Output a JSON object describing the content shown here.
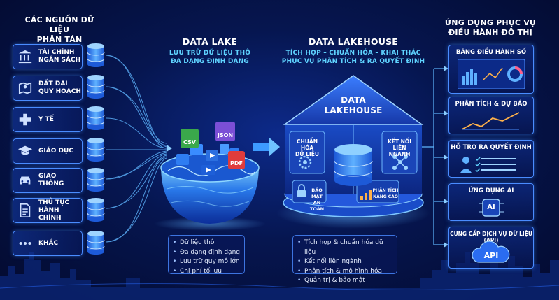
{
  "sources": {
    "title": "CÁC NGUỒN DỮ LIỆU\nPHÂN TÁN",
    "items": [
      {
        "label": "TÀI CHÍNH\nNGÂN SÁCH",
        "icon": "bank-icon"
      },
      {
        "label": "ĐẤT ĐAI\nQUY HOẠCH",
        "icon": "map-pin-icon"
      },
      {
        "label": "Y TẾ",
        "icon": "medical-cross-icon"
      },
      {
        "label": "GIÁO DỤC",
        "icon": "graduation-cap-icon"
      },
      {
        "label": "GIAO THÔNG",
        "icon": "car-icon"
      },
      {
        "label": "THỦ TỤC\nHÀNH CHÍNH",
        "icon": "document-icon"
      },
      {
        "label": "KHÁC",
        "icon": "dots-icon"
      }
    ]
  },
  "lake": {
    "title": "DATA LAKE",
    "subtitle": "LƯU TRỮ DỮ LIỆU THÔ\nĐA DẠNG ĐỊNH DẠNG",
    "files": [
      "CSV",
      "JSON",
      "PDF"
    ],
    "bullets": [
      "Dữ liệu thô",
      "Đa dạng định dạng",
      "Lưu trữ quy mô lớn",
      "Chi phí tối ưu"
    ]
  },
  "lakehouse": {
    "title": "DATA LAKEHOUSE",
    "subtitle": "TÍCH HỢP – CHUẨN HÓA – KHAI THÁC\nPHỤC VỤ PHÂN TÍCH & RA QUYẾT ĐỊNH",
    "roof_label": "DATA\nLAKEHOUSE",
    "modules": {
      "standardize": "CHUẨN HÓA\nDỮ LIỆU",
      "connect": "KẾT NỐI\nLIÊN NGÀNH",
      "security": "BẢO MẬT\nAN TOÀN",
      "analytics": "PHÂN TÍCH\nNÂNG CAO"
    },
    "bullets": [
      "Tích hợp & chuẩn hóa dữ liệu",
      "Kết nối liên ngành",
      "Phân tích & mô hình hóa",
      "Quản trị & bảo mật"
    ]
  },
  "apps": {
    "title": "ỨNG DỤNG PHỤC VỤ\nĐIỀU HÀNH ĐÔ THỊ",
    "items": [
      {
        "label": "BẢNG ĐIỀU HÀNH SỐ",
        "icon": "dashboard-icon"
      },
      {
        "label": "PHÂN TÍCH & DỰ BÁO",
        "icon": "line-chart-icon"
      },
      {
        "label": "HỖ TRỢ RA QUYẾT ĐỊNH",
        "icon": "decision-checklist-icon"
      },
      {
        "label": "ỨNG DỤNG AI",
        "icon": "ai-chip-icon",
        "badge": "AI"
      },
      {
        "label": "CUNG CẤP DỊCH VỤ DỮ LIỆU (API)",
        "icon": "api-cloud-icon",
        "badge": "API"
      }
    ]
  },
  "colors": {
    "accent": "#3d8bff",
    "cyan": "#5fd3ff",
    "background": "#061650",
    "csv": "#3aa84b",
    "json": "#7b4fd6",
    "pdf": "#e03c3c"
  }
}
